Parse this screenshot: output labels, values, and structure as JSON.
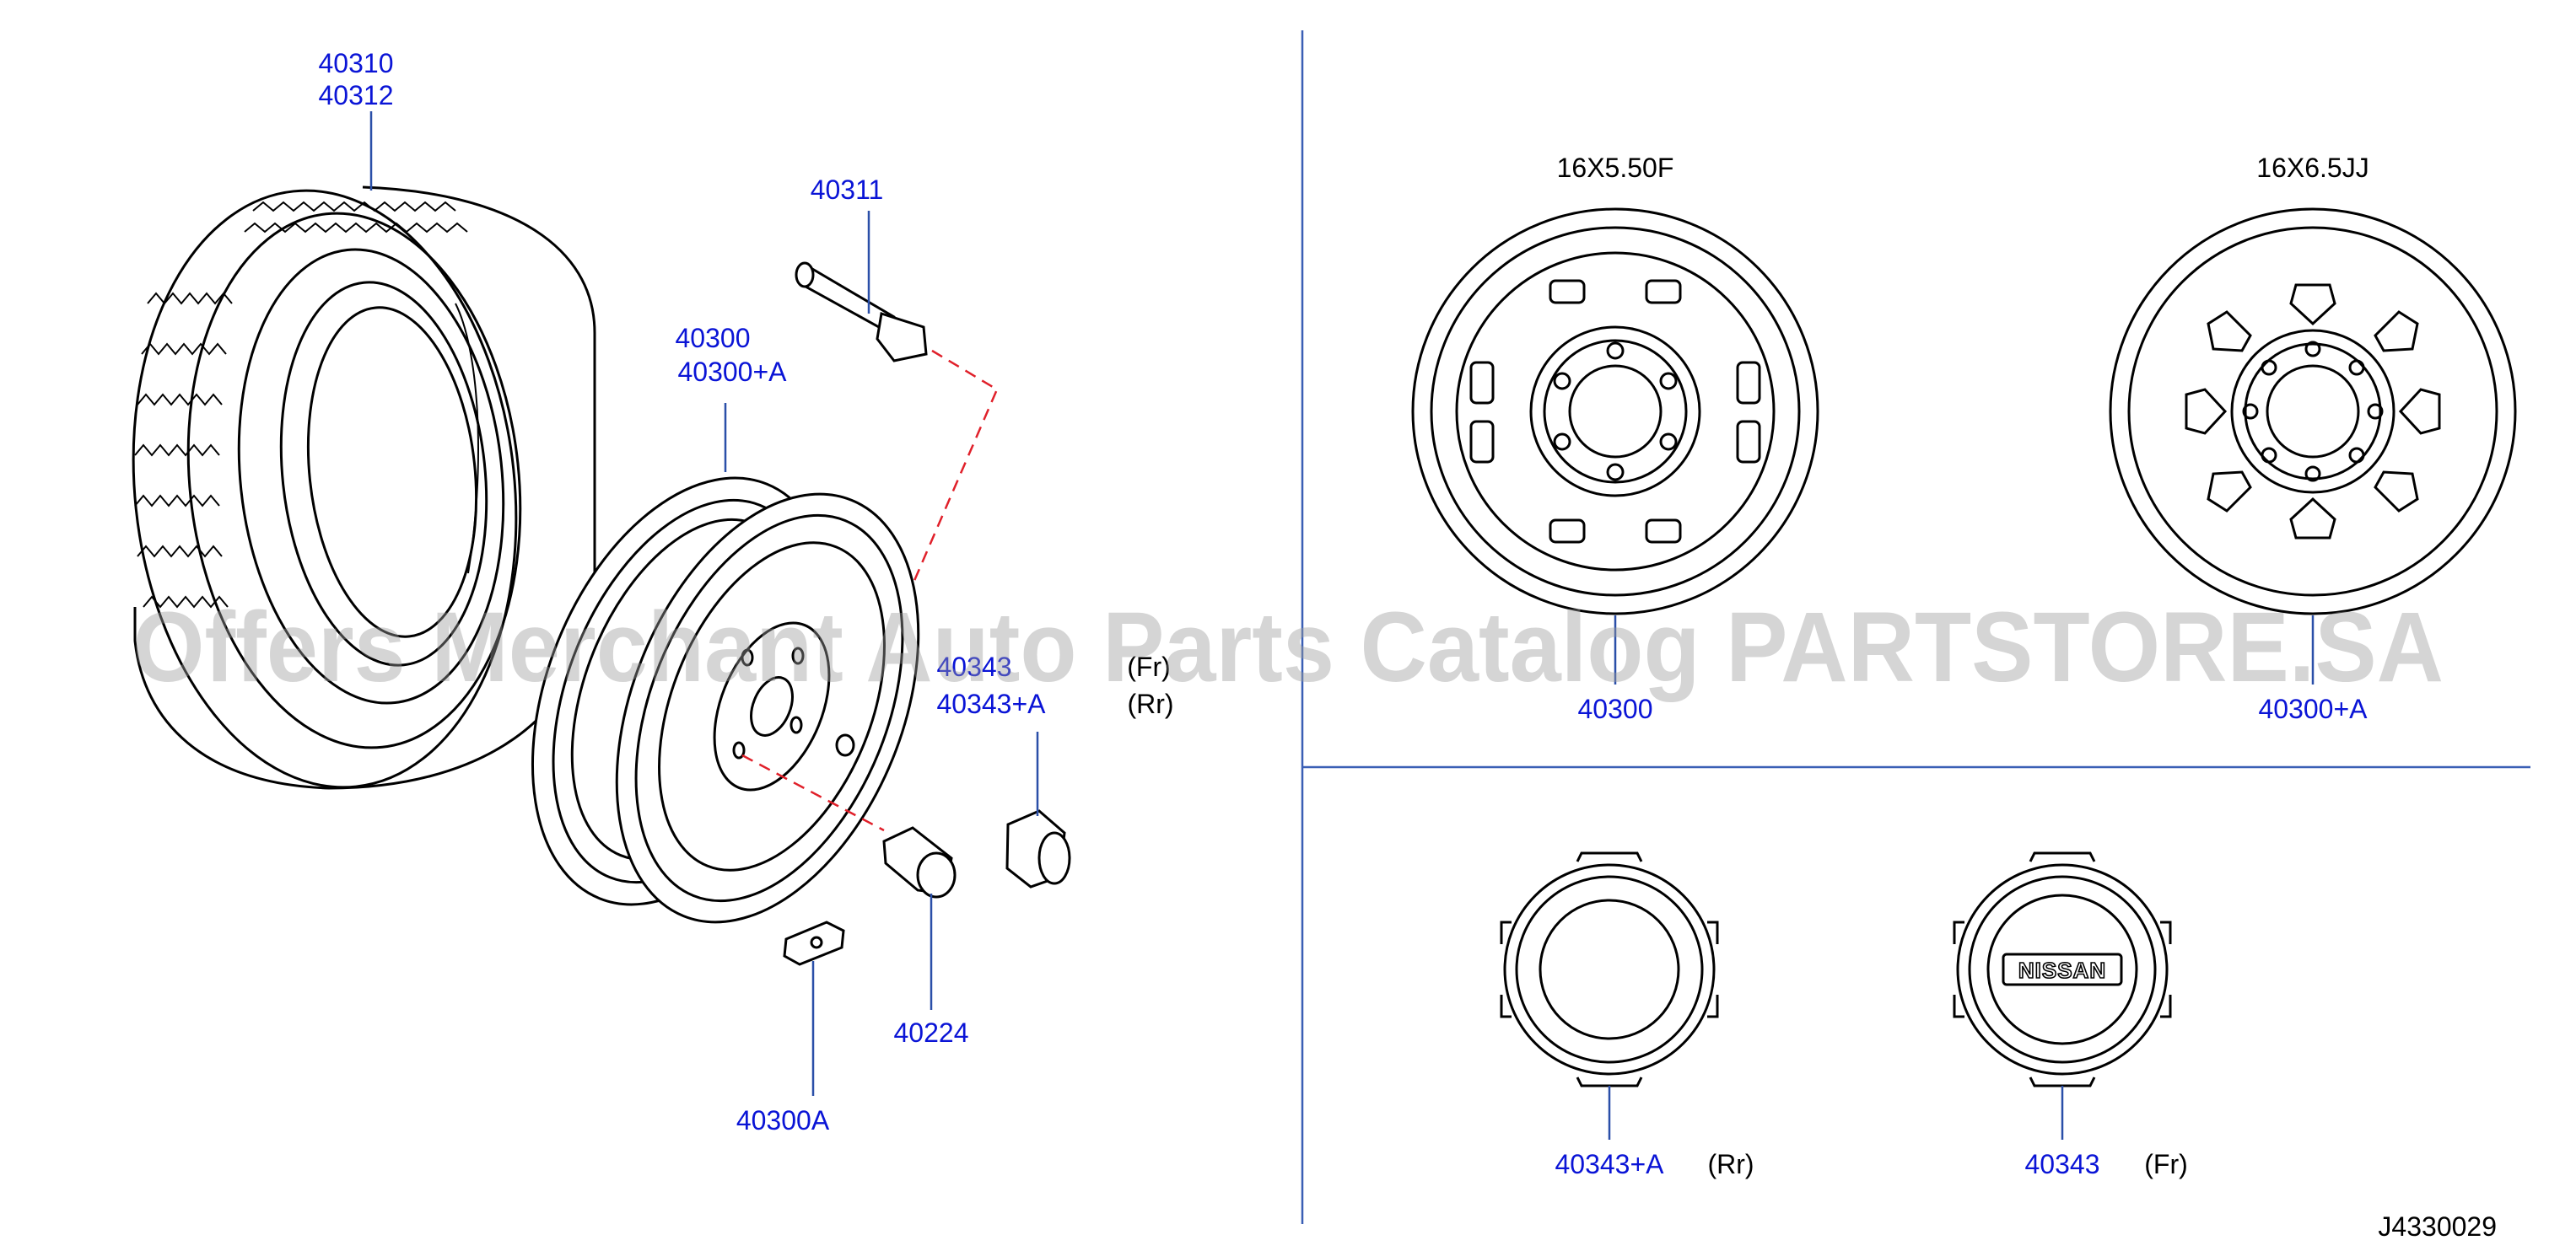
{
  "diagram_code": "J4330029",
  "watermark": "Offers Merchant Auto Parts Catalog PARTSTORE.SA",
  "colors": {
    "part_number": "#0a14d6",
    "note": "#000000",
    "leader": "#2a4fa8",
    "dashed_link": "#e0202a",
    "watermark": "#9a9a9a"
  },
  "parts": {
    "tire_a": "40310",
    "tire_b": "40312",
    "valve": "40311",
    "wheel_a": "40300",
    "wheel_b": "40300+A",
    "cap_fr": "40343",
    "cap_fr_note": "(Fr)",
    "cap_rr": "40343+A",
    "cap_rr_note": "(Rr)",
    "nut": "40224",
    "weight": "40300A"
  },
  "wheels": [
    {
      "size": "16X5.50F",
      "part": "40300"
    },
    {
      "size": "16X6.5JJ",
      "part": "40300+A"
    }
  ],
  "caps": [
    {
      "part": "40343+A",
      "note": "(Rr)"
    },
    {
      "part": "40343",
      "note": "(Fr)",
      "logo": "NISSAN"
    }
  ]
}
